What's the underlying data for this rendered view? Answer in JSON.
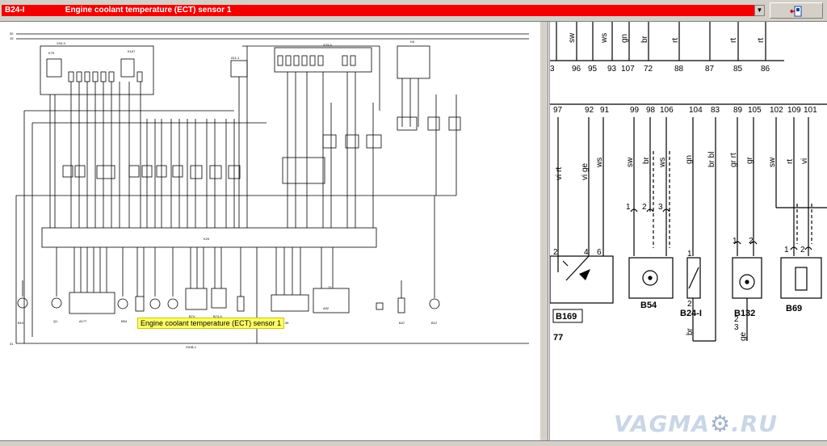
{
  "window": {
    "component_code": "B24-I",
    "component_title": "Engine coolant temperature (ECT) sensor 1",
    "dropdown_icon": "chevron-down-icon",
    "exit_icon": "exit-door-icon"
  },
  "tooltip": "Engine coolant temperature (ECT) sensor 1",
  "watermark": {
    "text_left": "VAGMA",
    "gear": "gear-icon",
    "text_right": ".RU"
  },
  "colors": {
    "title_bg": "#f20000",
    "tooltip_bg": "#ffff66",
    "panel": "#d4d0c8"
  },
  "right_diagram": {
    "top_wires": [
      "sw",
      "ws",
      "gn",
      "br",
      "rt",
      "rt",
      "rt"
    ],
    "top_pins": [
      "3",
      "96",
      "95",
      "93",
      "107",
      "72",
      "88",
      "87",
      "85",
      "86"
    ],
    "mid_pins": [
      "97",
      "92",
      "91",
      "99",
      "98",
      "106",
      "104",
      "83",
      "89",
      "105",
      "102",
      "109",
      "101"
    ],
    "wire_labels": [
      "vi rt",
      "vi ge",
      "ws",
      "sw",
      "br",
      "ws",
      "gn",
      "br bl",
      "gr rt",
      "gr",
      "sw",
      "rt",
      "vi"
    ],
    "components": [
      "B169",
      "B54",
      "B24-I",
      "B132",
      "B69"
    ],
    "component_prefix": "77",
    "sensor_pins": [
      "1",
      "2",
      "3",
      "1",
      "2",
      "1",
      "2",
      "1",
      "2",
      "2",
      "4",
      "6"
    ],
    "bottom_labels": [
      "br",
      "2",
      "3",
      "ge"
    ]
  }
}
